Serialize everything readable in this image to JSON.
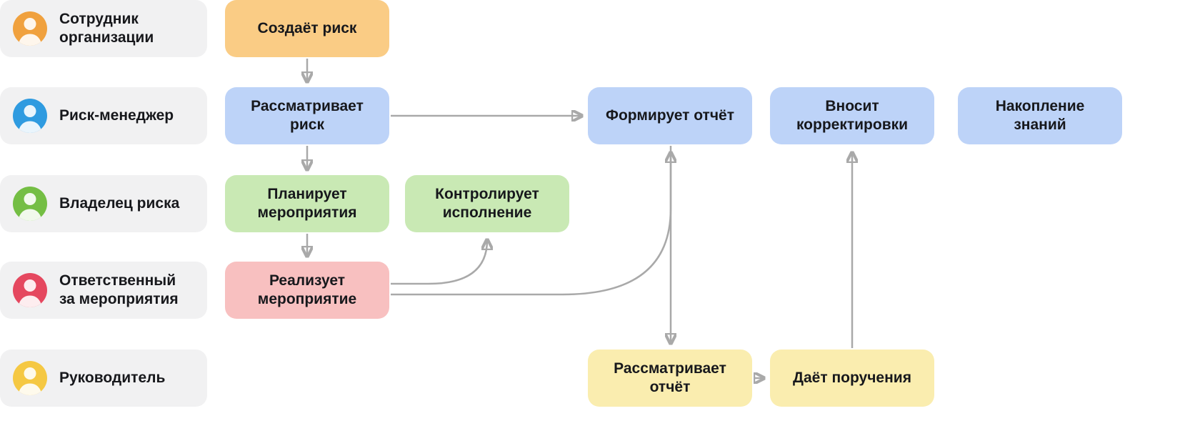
{
  "diagram": {
    "kind": "risk-management-process-flow",
    "colors": {
      "background": "#FFFFFF",
      "role_pill": "#F1F1F2",
      "text": "#17181C",
      "arrow": "#A9A9A9",
      "node_orange": "#FACC85",
      "node_blue": "#BDD3F8",
      "node_green": "#C9E9B4",
      "node_pink": "#F8C0C0",
      "node_yellow": "#FAEDAF"
    },
    "roles": [
      {
        "id": "employee",
        "label": "Сотрудник организации",
        "avatar_color": "#F0A13E"
      },
      {
        "id": "risk-manager",
        "label": "Риск-менеджер",
        "avatar_color": "#2F9BE0"
      },
      {
        "id": "risk-owner",
        "label": "Владелец риска",
        "avatar_color": "#74BE44"
      },
      {
        "id": "action-owner",
        "label": "Ответственный за мероприятия",
        "avatar_color": "#E5485F"
      },
      {
        "id": "head",
        "label": "Руководитель",
        "avatar_color": "#F5C843"
      }
    ],
    "nodes": [
      {
        "id": "create-risk",
        "role": "employee",
        "label": "Создаёт риск",
        "color": "#FACC85"
      },
      {
        "id": "review-risk",
        "role": "risk-manager",
        "label": "Рассматривает риск",
        "color": "#BDD3F8"
      },
      {
        "id": "build-report",
        "role": "risk-manager",
        "label": "Формирует отчёт",
        "color": "#BDD3F8"
      },
      {
        "id": "make-adjustments",
        "role": "risk-manager",
        "label": "Вносит корректировки",
        "color": "#BDD3F8"
      },
      {
        "id": "knowledge",
        "role": "risk-manager",
        "label": "Накопление знаний",
        "color": "#BDD3F8"
      },
      {
        "id": "plan-actions",
        "role": "risk-owner",
        "label": "Планирует мероприятия",
        "color": "#C9E9B4"
      },
      {
        "id": "control-execution",
        "role": "risk-owner",
        "label": "Контролирует исполнение",
        "color": "#C9E9B4"
      },
      {
        "id": "implement-action",
        "role": "action-owner",
        "label": "Реализует мероприятие",
        "color": "#F8C0C0"
      },
      {
        "id": "review-report",
        "role": "head",
        "label": "Рассматривает отчёт",
        "color": "#FAEDAF"
      },
      {
        "id": "give-orders",
        "role": "head",
        "label": "Даёт поручения",
        "color": "#FAEDAF"
      }
    ],
    "edges": [
      {
        "from": "Создаёт риск",
        "to": "Рассматривает риск"
      },
      {
        "from": "Рассматривает риск",
        "to": "Планирует мероприятия"
      },
      {
        "from": "Рассматривает риск",
        "to": "Формирует отчёт"
      },
      {
        "from": "Планирует мероприятия",
        "to": "Реализует мероприятие"
      },
      {
        "from": "Реализует мероприятие",
        "to": "Контролирует исполнение"
      },
      {
        "from": "Реализует мероприятие",
        "to": "Формирует отчёт"
      },
      {
        "from": "Формирует отчёт",
        "to": "Рассматривает отчёт"
      },
      {
        "from": "Рассматривает отчёт",
        "to": "Даёт поручения"
      },
      {
        "from": "Даёт поручения",
        "to": "Вносит корректировки"
      }
    ]
  }
}
